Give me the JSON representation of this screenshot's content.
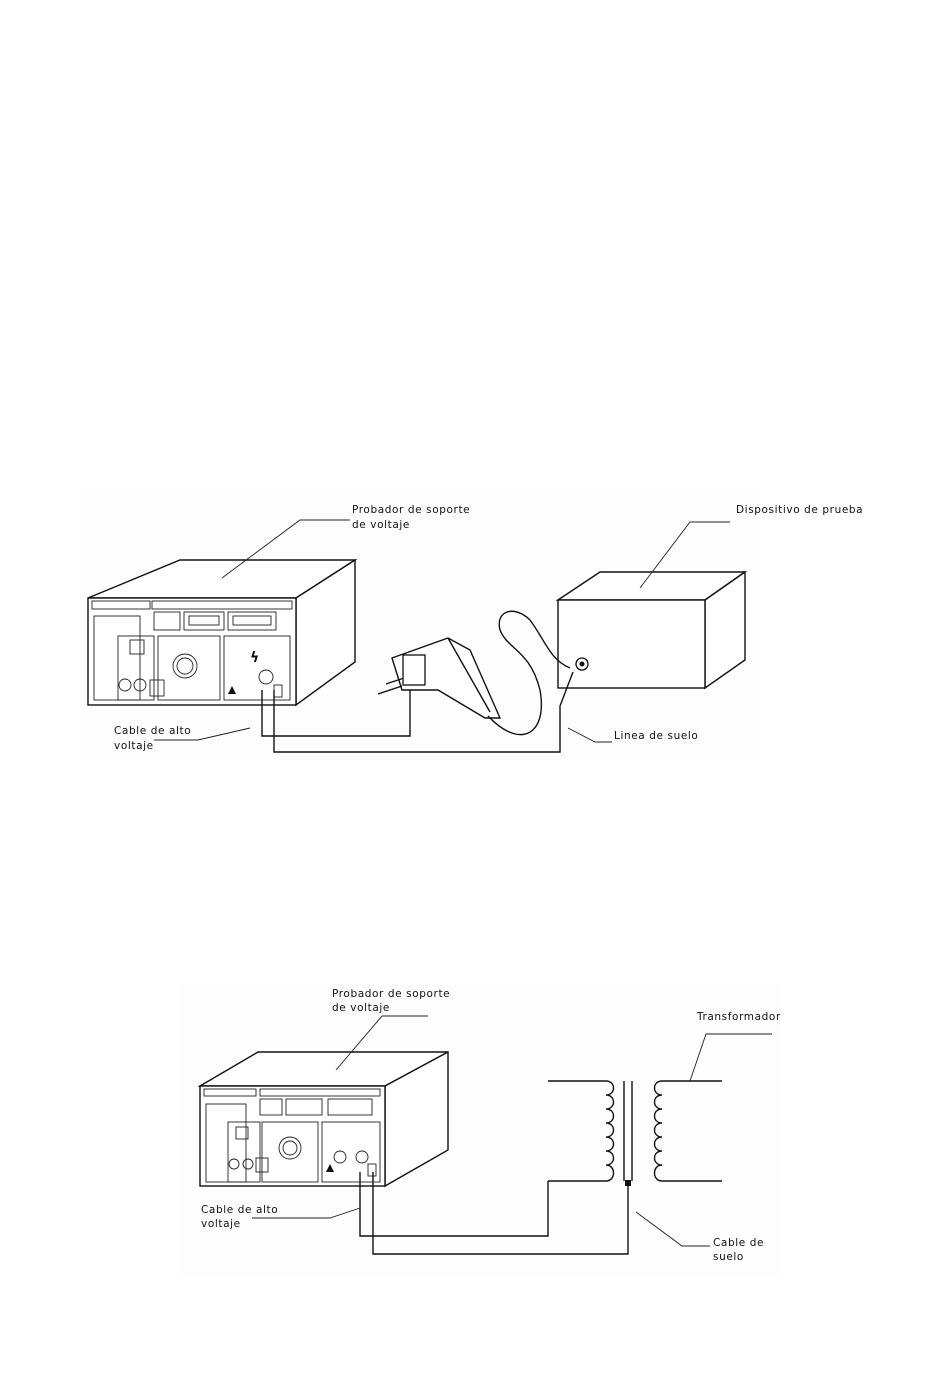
{
  "diagram1": {
    "tester_label_1": "Probador de soporte",
    "tester_label_2": "de voltaje",
    "device_label": "Dispositivo de prueba",
    "hv_cable_label_1": "Cable de alto",
    "hv_cable_label_2": "voltaje",
    "ground_line_label": "Linea de suelo"
  },
  "diagram2": {
    "tester_label_1": "Probador de soporte",
    "tester_label_2": "de voltaje",
    "transformer_label": "Transformador",
    "hv_cable_label_1": "Cable de alto",
    "hv_cable_label_2": "voltaje",
    "ground_cable_label_1": "Cable de",
    "ground_cable_label_2": "suelo"
  }
}
